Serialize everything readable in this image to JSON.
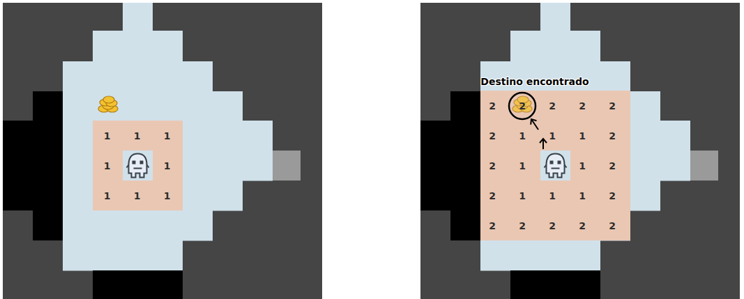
{
  "diagram": {
    "labels": [
      "1",
      "1",
      "1",
      "1",
      "1",
      "1",
      "1",
      "1",
      "Destino encontrado",
      "2",
      "2",
      "2",
      "2",
      "2",
      "2",
      "1",
      "1",
      "1",
      "2",
      "2",
      "1",
      "1",
      "2",
      "2",
      "1",
      "1",
      "1",
      "2",
      "2",
      "2",
      "2",
      "2",
      "2"
    ]
  }
}
